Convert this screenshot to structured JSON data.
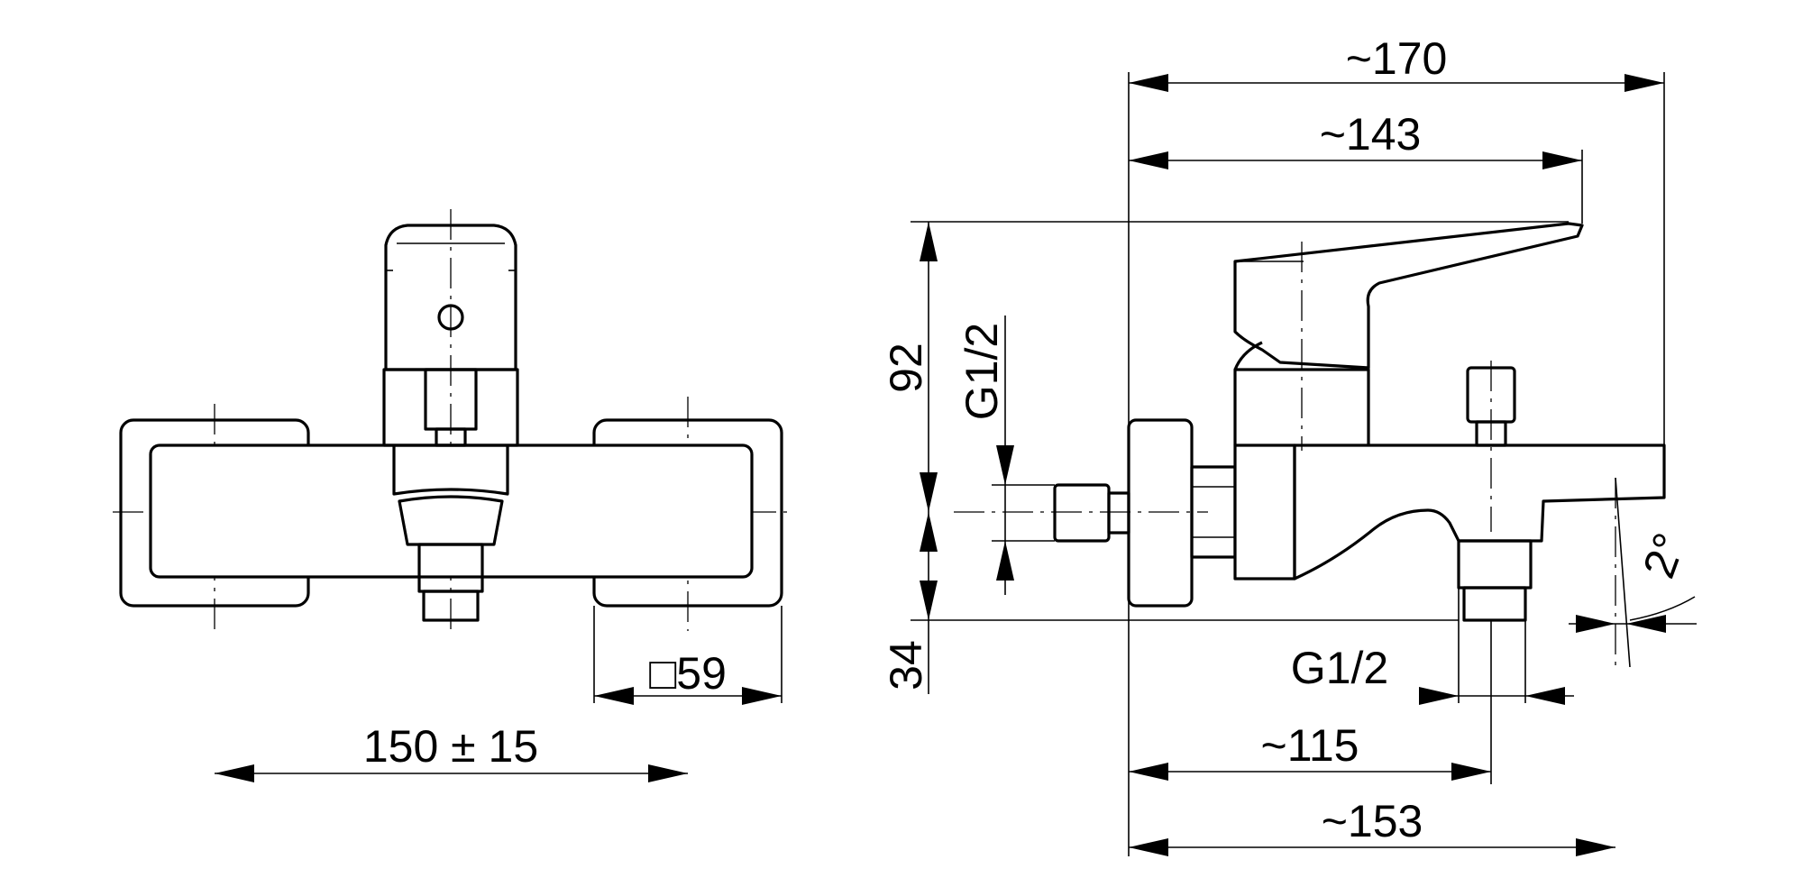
{
  "front_view": {
    "spacing_label": "150 ± 15",
    "square_label": "□59"
  },
  "side_view": {
    "width_overall_label": "~170",
    "lever_length_label": "~143",
    "height_label": "92",
    "inlet_thread_label": "G1/2",
    "lower_height_label": "34",
    "outlet_thread_label": "G1/2",
    "spout_outlet_label": "~115",
    "spout_reach_label": "~153",
    "angle_label": "2°"
  }
}
